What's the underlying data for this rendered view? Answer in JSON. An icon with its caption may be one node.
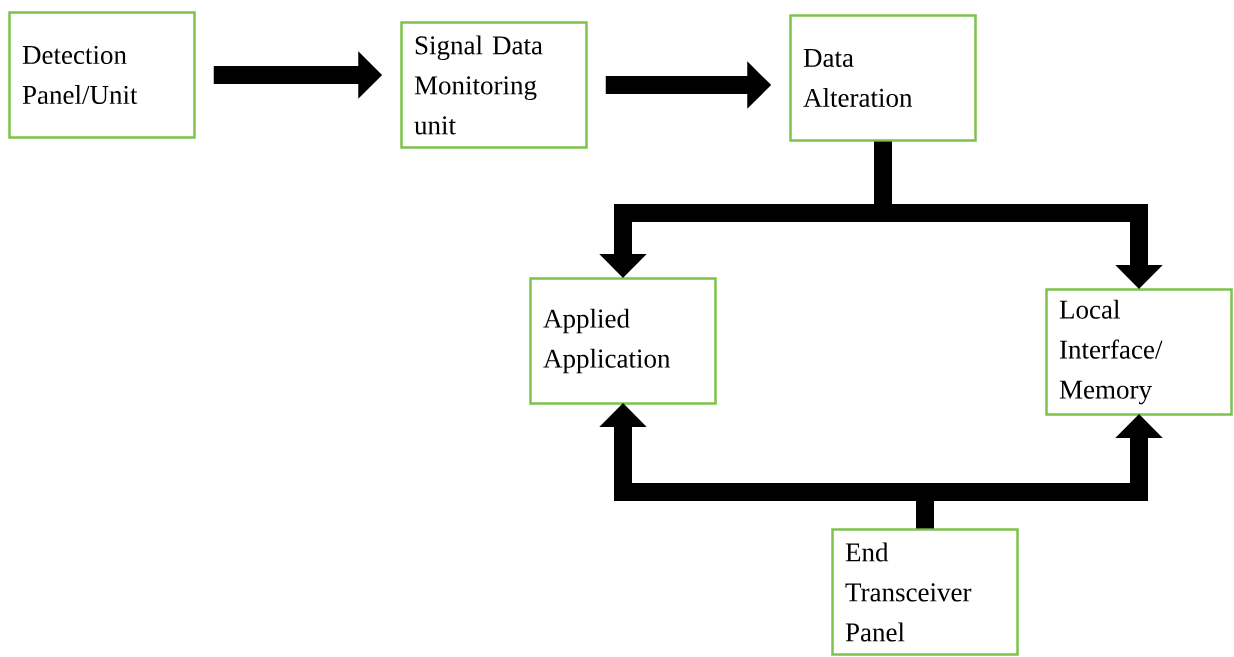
{
  "diagram": {
    "nodes": [
      {
        "text": [
          "Detection Panel/Unit"
        ]
      },
      {
        "text": [
          "Signal Data Monitoring unit"
        ]
      },
      {
        "text": [
          "Data Alteration"
        ]
      },
      {
        "text": [
          "Applied Application"
        ]
      },
      {
        "text": [
          "Local Interface/ Memory"
        ]
      },
      {
        "text": [
          "End Transceiver Panel"
        ]
      }
    ],
    "edges": [
      {
        "from": 0,
        "to": 1,
        "arrow": "to"
      },
      {
        "from": 1,
        "to": 2,
        "arrow": "to"
      },
      {
        "from": 2,
        "to": 3,
        "arrow": "to"
      },
      {
        "from": 2,
        "to": 4,
        "arrow": "to"
      },
      {
        "from": 5,
        "to": 3,
        "arrow": "to"
      },
      {
        "from": 5,
        "to": 4,
        "arrow": "to"
      }
    ]
  }
}
